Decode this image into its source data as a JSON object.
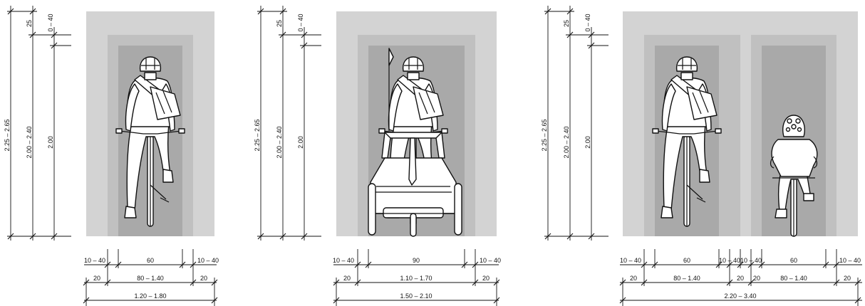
{
  "panels": [
    {
      "id": "single-cyclist",
      "heights": [
        "2.25 – 2.65",
        "2.00 – 2.40",
        "2.00",
        "25",
        "0 – 40"
      ],
      "row1": [
        "10 – 40",
        "60",
        "10 – 40"
      ],
      "row2": [
        "20",
        "80 – 1.40",
        "20"
      ],
      "row3": "1.20 – 1.80"
    },
    {
      "id": "cargo-bike",
      "heights": [
        "2.25 – 2.65",
        "2.00 – 2.40",
        "2.00",
        "25",
        "0 – 40"
      ],
      "row1": [
        "10 – 40",
        "90",
        "10 – 40"
      ],
      "row2": [
        "20",
        "1.10 – 1.70",
        "20"
      ],
      "row3": "1.50 – 2.10"
    },
    {
      "id": "cyclist-with-child",
      "heights": [
        "2.25 – 2.65",
        "2.00 – 2.40",
        "2.00",
        "25",
        "0 – 40"
      ],
      "row1": [
        "10 – 40",
        "60",
        "10 – 40",
        "10 – 40",
        "60",
        "10 – 40"
      ],
      "row2": [
        "20",
        "80 – 1.40",
        "20",
        "20",
        "80 – 1.40",
        "20"
      ],
      "row3": "2.20 – 3.40"
    }
  ],
  "colors": {
    "outer": "#d3d3d3",
    "middle": "#c0c0c0",
    "inner": "#a9a9a9",
    "line": "#111111"
  }
}
